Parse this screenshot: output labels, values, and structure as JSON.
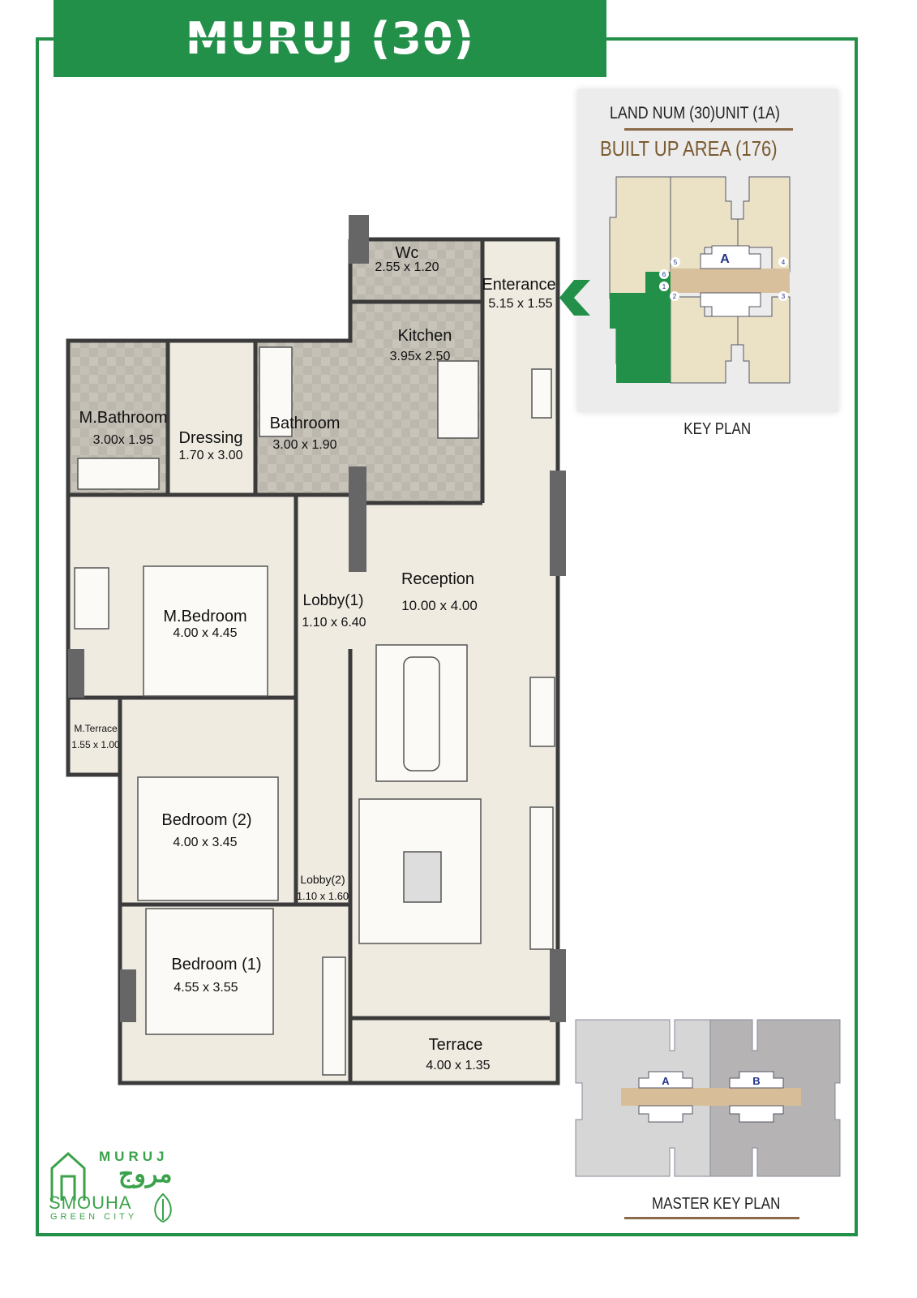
{
  "header": {
    "title": "MURUJ (30)"
  },
  "key_plan": {
    "land_unit": "LAND NUM (30)UNIT (1A)",
    "built_up_area": "BUILT UP AREA (176)",
    "caption": "KEY PLAN",
    "block_label": "A",
    "unit_numbers": [
      "1",
      "2",
      "3",
      "4",
      "5",
      "6"
    ],
    "highlight_color": "#23904a"
  },
  "master_key_plan": {
    "caption": "MASTER KEY PLAN",
    "block_labels": [
      "A",
      "B"
    ]
  },
  "rooms": [
    {
      "name": "Wc",
      "size": "2.55 x 1.20"
    },
    {
      "name": "Enterance",
      "size": "5.15 x 1.55"
    },
    {
      "name": "Kitchen",
      "size": "3.95x 2.50"
    },
    {
      "name": "M.Bathroom",
      "size": "3.00x 1.95"
    },
    {
      "name": "Dressing",
      "size": "1.70 x 3.00"
    },
    {
      "name": "Bathroom",
      "size": "3.00 x 1.90"
    },
    {
      "name": "Reception",
      "size": "10.00 x 4.00"
    },
    {
      "name": "Lobby(1)",
      "size": "1.10 x 6.40"
    },
    {
      "name": "M.Bedroom",
      "size": "4.00 x 4.45"
    },
    {
      "name": "M.Terrace",
      "size": "1.55 x 1.00"
    },
    {
      "name": "Bedroom (2)",
      "size": "4.00 x 3.45"
    },
    {
      "name": "Lobby(2)",
      "size": "1.10 x 1.60"
    },
    {
      "name": "Bedroom (1)",
      "size": "4.55 x 3.55"
    },
    {
      "name": "Terrace",
      "size": "4.00 x 1.35"
    }
  ],
  "logo": {
    "muruj": "MURUJ",
    "arabic": "مروج",
    "smouha": "SMOUHA",
    "tagline": "GREEN CITY"
  }
}
